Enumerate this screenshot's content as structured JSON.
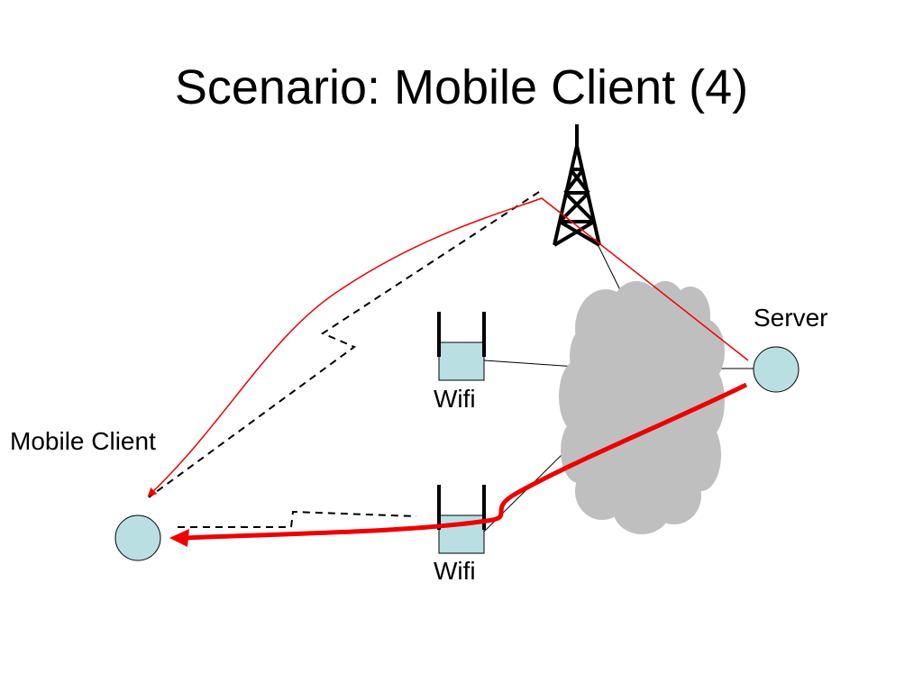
{
  "slide": {
    "title": "Scenario: Mobile Client (4)"
  },
  "labels": {
    "server": "Server",
    "wifi_top": "Wifi",
    "wifi_bottom": "Wifi",
    "mobile_client": "Mobile Client"
  },
  "colors": {
    "route": "#ee0000",
    "cloud": "#bfbfbf",
    "node_fill": "#b9dfe3",
    "ap_fill": "#b9dfe3",
    "line": "#000000"
  },
  "icons": {
    "tower": "cell-tower-icon",
    "cloud": "internet-cloud-icon",
    "access_point": "wifi-access-point-icon",
    "server": "server-node-icon",
    "client": "mobile-client-node-icon"
  }
}
